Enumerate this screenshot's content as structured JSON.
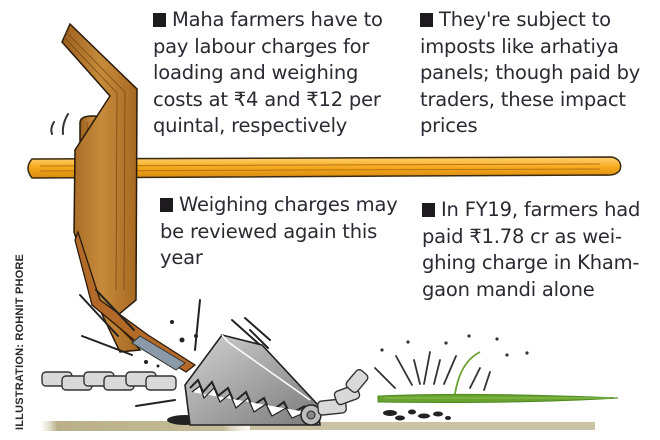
{
  "illustration": {
    "subject": "farmer plough stick snapping shut a steel jaw trap chained to the ground",
    "credit": "ILLUSTRATION: ROHNIT PHORE",
    "colors": {
      "wood": "#b97a2c",
      "wood_dark": "#8a5417",
      "stick": "#f2a91f",
      "trap_metal": "#a9a9a9",
      "grass": "#6aa232",
      "ground": "#b9b08a",
      "text": "#2b2a33",
      "bullet": "#1d1b1e"
    }
  },
  "notes": [
    {
      "id": "labour-charges",
      "text": "Maha farmers have to pay labour charges for loading and weighing costs at ₹4 and ₹12 per quintal, respectively"
    },
    {
      "id": "imposts",
      "text": "They're subject to imposts like arhatiya panels; though paid by traders, these impact prices"
    },
    {
      "id": "review",
      "text": "Weighing charges may be reviewed again this year"
    },
    {
      "id": "fy19",
      "text": "In FY19, farmers had paid ₹1.78 cr as wei-ghing charge in Kham-gaon mandi alone"
    }
  ]
}
